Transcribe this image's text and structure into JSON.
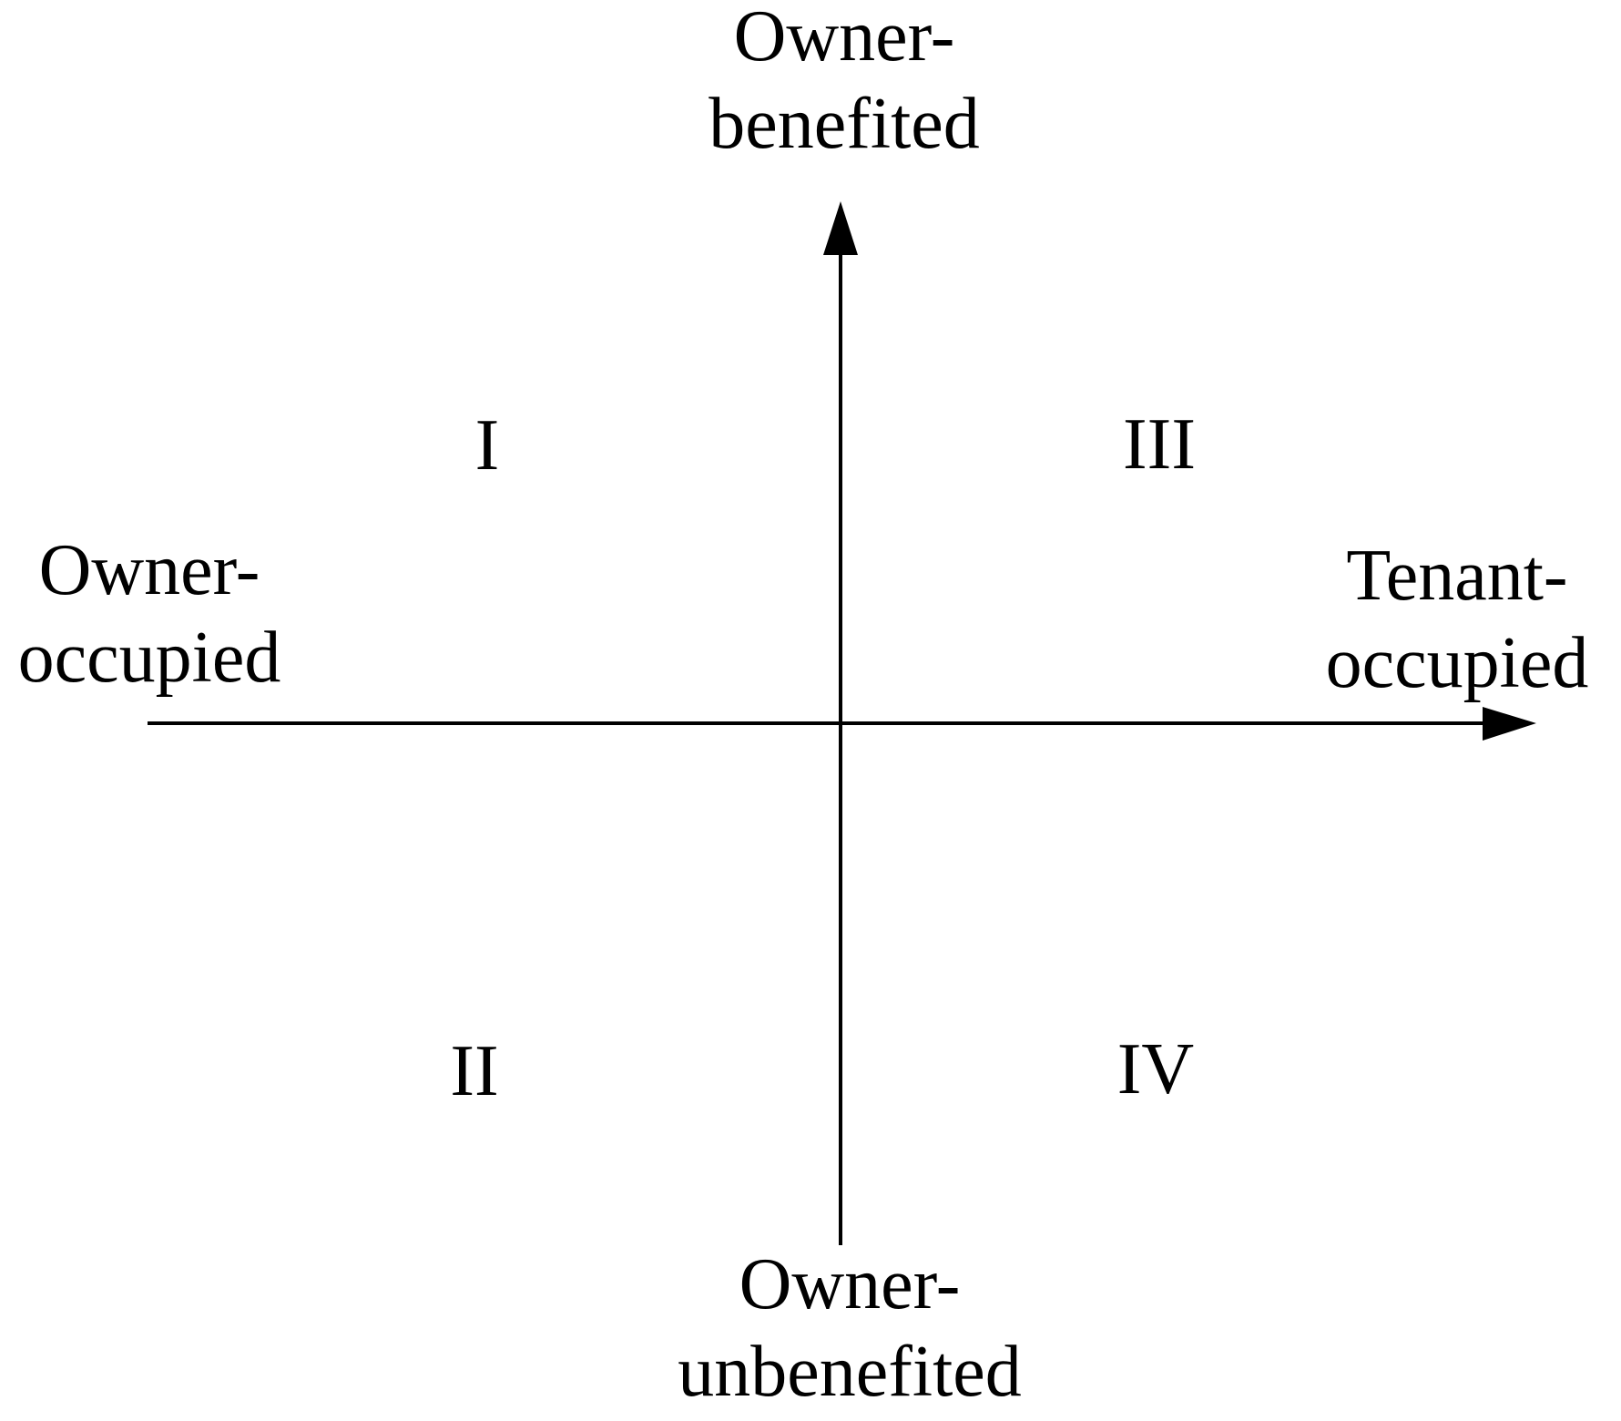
{
  "diagram": {
    "type": "quadrant-diagram",
    "colors": {
      "line": "#000000",
      "text": "#000000",
      "background": "#ffffff"
    },
    "y_axis": {
      "top_label": {
        "line1": "Owner-",
        "line2": "benefited"
      },
      "bottom_label": {
        "line1": "Owner-",
        "line2": "unbenefited"
      }
    },
    "x_axis": {
      "left_label": {
        "line1": "Owner-",
        "line2": "occupied"
      },
      "right_label": {
        "line1": "Tenant-",
        "line2": "occupied"
      }
    },
    "quadrants": [
      {
        "position": "top-left",
        "label": "I"
      },
      {
        "position": "bottom-left",
        "label": "II"
      },
      {
        "position": "top-right",
        "label": "III"
      },
      {
        "position": "bottom-right",
        "label": "IV"
      }
    ]
  }
}
